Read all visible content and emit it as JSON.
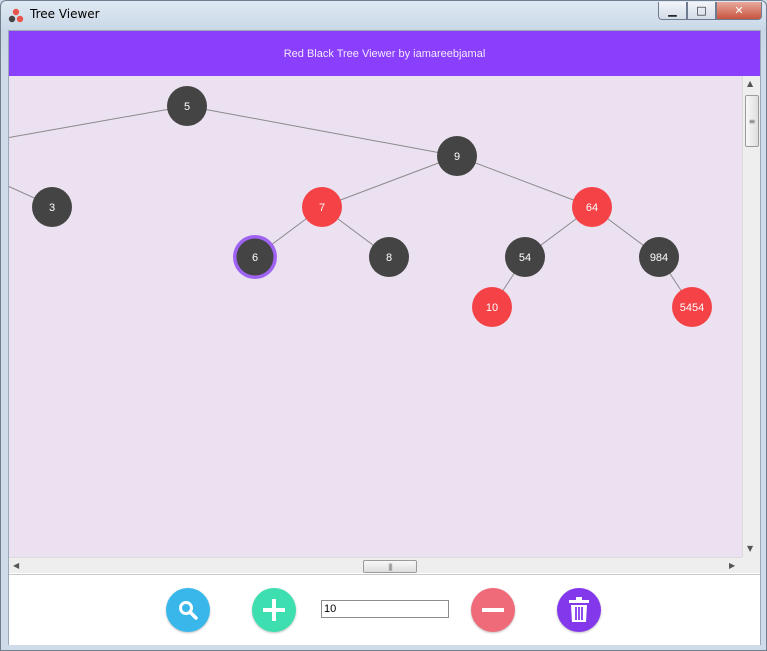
{
  "window": {
    "title": "Tree Viewer",
    "minimize_glyph": "▁",
    "maximize_glyph": "□",
    "close_glyph": "✕"
  },
  "header": {
    "title": "Red Black Tree Viewer by iamareebjamal"
  },
  "tree": {
    "nodes": [
      {
        "id": "n5",
        "label": "5",
        "color": "black"
      },
      {
        "id": "n3",
        "label": "3",
        "color": "black"
      },
      {
        "id": "n9",
        "label": "9",
        "color": "black"
      },
      {
        "id": "n7",
        "label": "7",
        "color": "red"
      },
      {
        "id": "n64",
        "label": "64",
        "color": "red"
      },
      {
        "id": "n6",
        "label": "6",
        "color": "black",
        "highlighted": true
      },
      {
        "id": "n8",
        "label": "8",
        "color": "black"
      },
      {
        "id": "n54",
        "label": "54",
        "color": "black"
      },
      {
        "id": "n984",
        "label": "984",
        "color": "black"
      },
      {
        "id": "n10",
        "label": "10",
        "color": "red"
      },
      {
        "id": "n5454",
        "label": "5454",
        "color": "red"
      }
    ],
    "edges": [
      [
        "n5",
        "n9"
      ],
      [
        "n9",
        "n7"
      ],
      [
        "n9",
        "n64"
      ],
      [
        "n7",
        "n6"
      ],
      [
        "n7",
        "n8"
      ],
      [
        "n64",
        "n54"
      ],
      [
        "n64",
        "n984"
      ],
      [
        "n54",
        "n10"
      ],
      [
        "n984",
        "n5454"
      ]
    ],
    "colors": {
      "black": "#444444",
      "red": "#f44247",
      "highlight_ring": "#9f63f2",
      "edge": "#8a8a8a",
      "text": "#ffffff"
    }
  },
  "toolbar": {
    "search": {
      "icon": "search-icon",
      "color": "#39b7eb"
    },
    "add": {
      "icon": "plus-icon",
      "color": "#3ddfb0"
    },
    "value": "10",
    "remove": {
      "icon": "minus-icon",
      "color": "#f06b79"
    },
    "clear": {
      "icon": "trash-icon",
      "color": "#8338ec"
    }
  },
  "scrollbars": {
    "up": "▲",
    "down": "▼",
    "left": "◀",
    "right": "▶",
    "grip_v": "≡",
    "grip_h": "|||"
  }
}
